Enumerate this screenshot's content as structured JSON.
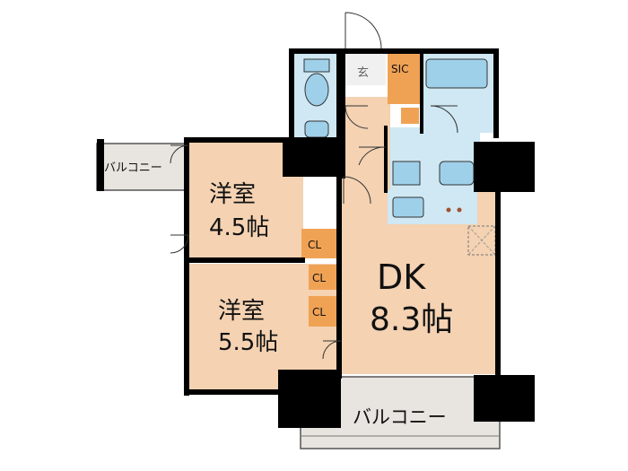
{
  "rooms": {
    "western_room_1": {
      "name": "洋室",
      "size": "4.5帖"
    },
    "western_room_2": {
      "name": "洋室",
      "size": "5.5帖"
    },
    "dk": {
      "name": "DK",
      "size": "8.3帖"
    }
  },
  "balconies": {
    "left": "バルコニー",
    "bottom": "バルコニー"
  },
  "labels": {
    "entrance": "玄",
    "sic": "SIC",
    "closet_1": "CL",
    "closet_2": "CL",
    "closet_3": "CL"
  },
  "colors": {
    "room_floor": "#f4d2b2",
    "wet_area": "#cfe8f4",
    "balcony": "#e8e4df",
    "storage": "#f0a254",
    "wall": "#000000",
    "fixture": "#9fd0ea"
  }
}
